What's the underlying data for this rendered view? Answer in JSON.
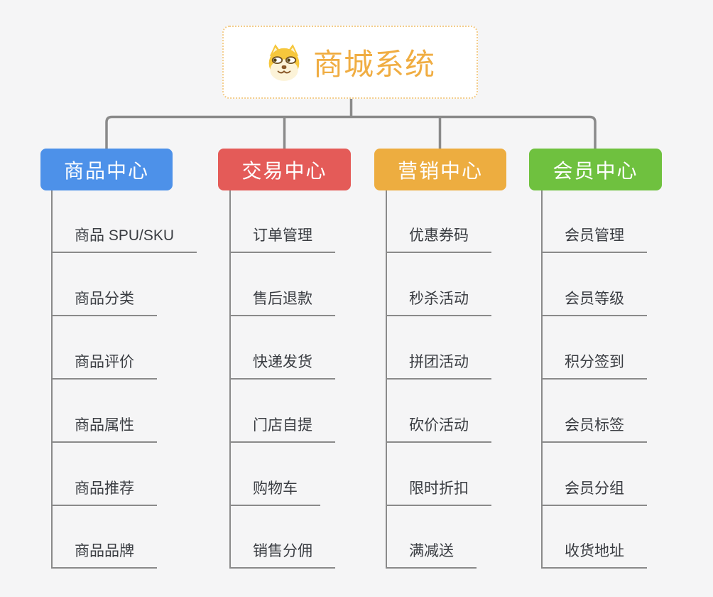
{
  "root": {
    "label": "商城系统",
    "icon": "shiba-dog-icon",
    "text_color": "#F0AD42",
    "border_color": "#F3CD8C",
    "background": "#FFFFFF"
  },
  "canvas": {
    "background": "#F5F5F6",
    "connector_color": "#8A8A8A"
  },
  "branches": [
    {
      "label": "商品中心",
      "color": "#4D91E9",
      "children": [
        "商品 SPU/SKU",
        "商品分类",
        "商品评价",
        "商品属性",
        "商品推荐",
        "商品品牌"
      ]
    },
    {
      "label": "交易中心",
      "color": "#E45B58",
      "children": [
        "订单管理",
        "售后退款",
        "快递发货",
        "门店自提",
        "购物车",
        "销售分佣"
      ]
    },
    {
      "label": "营销中心",
      "color": "#EDAD40",
      "children": [
        "优惠券码",
        "秒杀活动",
        "拼团活动",
        "砍价活动",
        "限时折扣",
        "满减送"
      ]
    },
    {
      "label": "会员中心",
      "color": "#6FC13F",
      "children": [
        "会员管理",
        "会员等级",
        "积分签到",
        "会员标签",
        "会员分组",
        "收货地址"
      ]
    }
  ]
}
